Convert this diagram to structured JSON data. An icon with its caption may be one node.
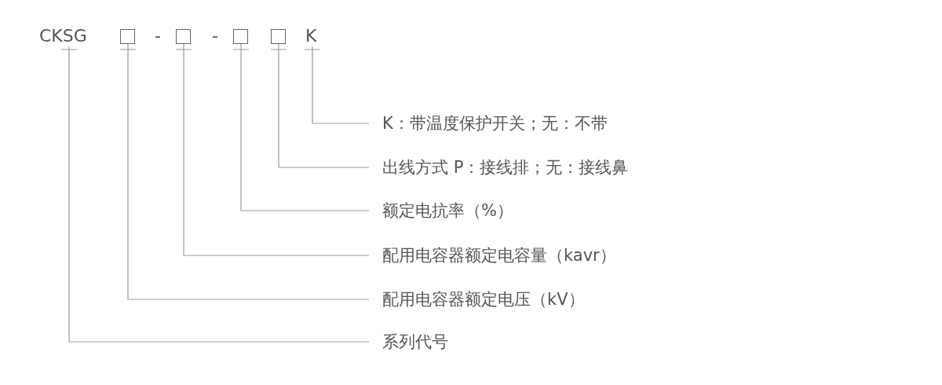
{
  "diagram": {
    "nodes": [
      {
        "text": [
          "CKSG"
        ]
      },
      {
        "text": [],
        "shape": "box"
      },
      {
        "text": [],
        "shape": "box"
      },
      {
        "text": [],
        "shape": "box"
      },
      {
        "text": [],
        "shape": "box"
      },
      {
        "text": [
          "K"
        ]
      },
      {
        "text": [
          "K：带温度保护开关；无：不带"
        ]
      },
      {
        "text": [
          "出线方式 P：接线排；无：接线鼻"
        ]
      },
      {
        "text": [
          "额定电抗率（%）"
        ]
      },
      {
        "text": [
          "配用电容器额定电容量（kavr）"
        ]
      },
      {
        "text": [
          "配用电容器额定电压（kV）"
        ]
      },
      {
        "text": [
          "系列代号"
        ]
      }
    ],
    "edges": [
      {
        "from": 0,
        "to": 11,
        "arrow": "none"
      },
      {
        "from": 1,
        "to": 10,
        "arrow": "none"
      },
      {
        "from": 2,
        "to": 9,
        "arrow": "none"
      },
      {
        "from": 3,
        "to": 8,
        "arrow": "none"
      },
      {
        "from": 4,
        "to": 7,
        "arrow": "none"
      },
      {
        "from": 5,
        "to": 6,
        "arrow": "none"
      }
    ],
    "labels": [
      "-",
      "-"
    ]
  }
}
